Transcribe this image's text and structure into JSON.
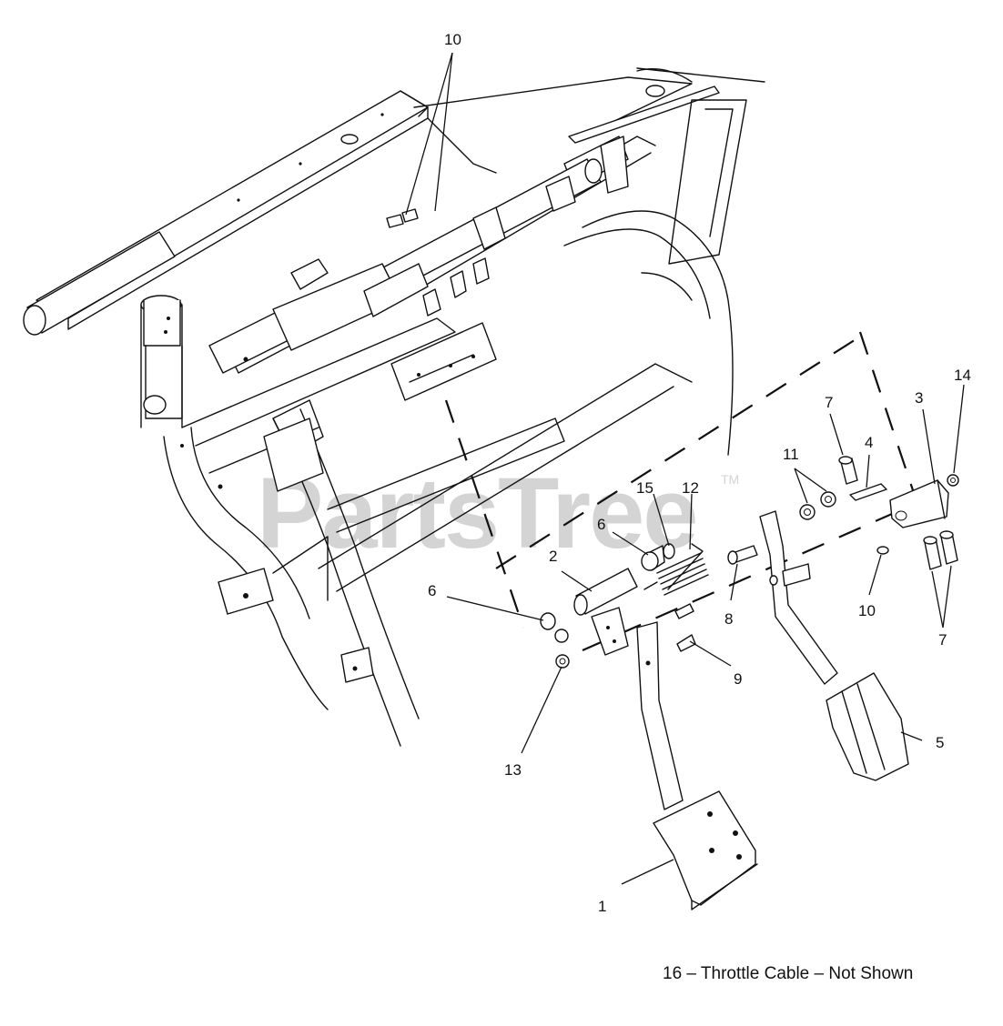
{
  "watermark": {
    "text": "PartsTree",
    "tm": "TM"
  },
  "callouts": {
    "c1": "1",
    "c2": "2",
    "c3": "3",
    "c4": "4",
    "c5": "5",
    "c6a": "6",
    "c6b": "6",
    "c7a": "7",
    "c7b": "7",
    "c8": "8",
    "c9": "9",
    "c10a": "10",
    "c10b": "10",
    "c11": "11",
    "c12": "12",
    "c13": "13",
    "c14": "14",
    "c15": "15"
  },
  "footnote": "16 – Throttle Cable – Not Shown"
}
